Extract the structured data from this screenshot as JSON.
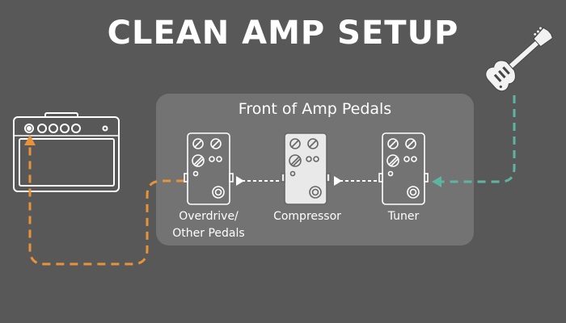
{
  "title": "CLEAN AMP SETUP",
  "panel": {
    "title": "Front of Amp Pedals"
  },
  "pedals": [
    {
      "id": "overdrive",
      "label_line1": "Overdrive/",
      "label_line2": "Other Pedals"
    },
    {
      "id": "compressor",
      "label": "Compressor"
    },
    {
      "id": "tuner",
      "label": "Tuner"
    }
  ],
  "colors": {
    "background": "#585858",
    "panel": "#737373",
    "guitar_cable": "#5fb3a3",
    "amp_cable": "#e8923a",
    "pedal_link": "#ffffff"
  },
  "icons": [
    "amplifier-icon",
    "guitar-icon",
    "pedal-icon"
  ]
}
